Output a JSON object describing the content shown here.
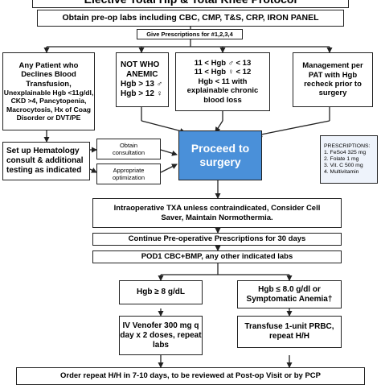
{
  "title": "Elective Total Hip & Total Knee Protocol",
  "preop_labs": "Obtain pre-op labs including CBC, CMP, T&S, CRP, IRON PANEL",
  "prescriptions_note": "Give Prescriptions for #1,2,3,4",
  "declines": {
    "lines": [
      "Any Patient who",
      "Declines Blood",
      "Transfusion,",
      "Unexplainable Hgb <11g/dl,",
      "CKD >4, Pancytopenia,",
      "Macrocytosis, Hx of Coag",
      "Disorder  or  DVT/PE"
    ]
  },
  "not_anemic": {
    "lines": [
      "NOT WHO",
      "ANEMIC",
      "Hgb > 13 ♂",
      "Hgb > 12 ♀"
    ]
  },
  "anemic_range": {
    "lines": [
      "11 < Hgb ♂ < 13",
      "11 < Hgb ♀ < 12",
      "Hgb < 11 with",
      "explainable chronic",
      "blood loss"
    ]
  },
  "management": {
    "lines": [
      "Management per",
      "PAT with Hgb",
      "recheck prior to",
      "surgery"
    ]
  },
  "hematology": {
    "lines": [
      "Set up Hematology",
      "consult & additional",
      "testing as indicated"
    ]
  },
  "obtain_consult": {
    "lines": [
      "Obtain",
      "consultation"
    ]
  },
  "appropriate_opt": {
    "lines": [
      "Appropriate",
      "optimization"
    ]
  },
  "proceed": "Proceed to surgery",
  "prescriptions": {
    "title": "PRESCRIPTIONS:",
    "items": [
      "1. FeSo4 325 mg",
      "2. Folate 1 mg",
      "3. Vit. C 500 mg",
      "4. Multivitamin"
    ]
  },
  "intraop": {
    "lines": [
      "Intraoperative TXA unless contraindicated, Consider Cell",
      "Saver, Maintain Normothermia."
    ]
  },
  "continue": "Continue Pre-operative Prescriptions for 30 days",
  "pod1": "POD1 CBC+BMP, any other indicated labs",
  "hgb_high": "Hgb ≥ 8 g/dL",
  "hgb_low": {
    "lines": [
      "Hgb ≤ 8.0 g/dl or",
      "Symptomatic Anemia†"
    ]
  },
  "venofer": {
    "lines": [
      "IV Venofer 300 mg q",
      "day x 2 doses, repeat",
      "labs"
    ]
  },
  "transfuse": {
    "lines": [
      "Transfuse 1-unit PRBC,",
      "repeat H/H"
    ]
  },
  "footer": "Order repeat H/H in 7-10 days, to be reviewed at Post-op Visit or by PCP",
  "colors": {
    "proceed_fill": "#4a90d9",
    "proceed_text": "#ffffff",
    "border": "#222222"
  }
}
